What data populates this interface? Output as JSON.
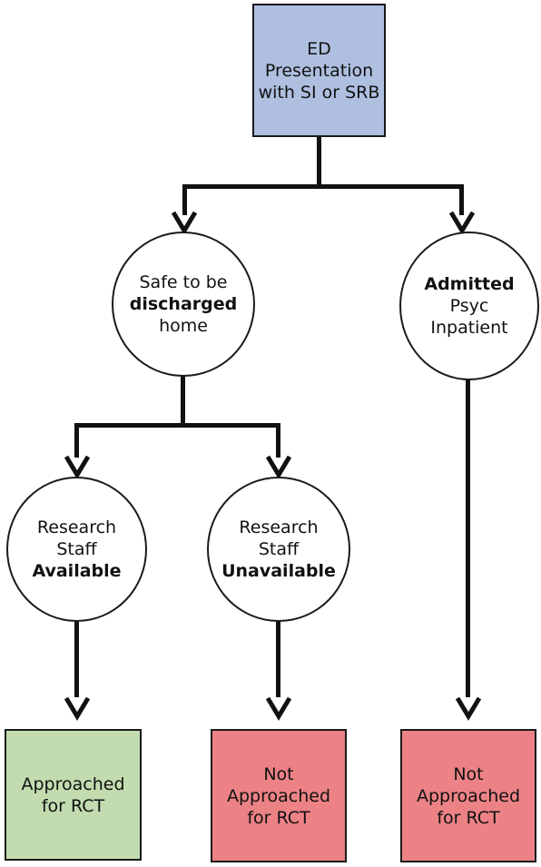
{
  "colors": {
    "start": "#aebfe0",
    "approached": "#c2dcb0",
    "not_approached": "#ec8286",
    "stroke": "#111111"
  },
  "nodes": {
    "start": {
      "line1": "ED",
      "line2": "Presentation",
      "line3": "with SI or SRB"
    },
    "discharged": {
      "line1": "Safe to be",
      "line2_bold": "discharged",
      "line3": "home"
    },
    "admitted": {
      "line1_bold": "Admitted",
      "line2": "Psyc",
      "line3": "Inpatient"
    },
    "staff_available": {
      "line1": "Research",
      "line2": "Staff",
      "line3_bold": "Available"
    },
    "staff_unavailable": {
      "line1": "Research",
      "line2": "Staff",
      "line3_bold": "Unavailable"
    },
    "approached": {
      "line1": "Approached",
      "line2": "for RCT"
    },
    "not_approached_left": {
      "line1": "Not",
      "line2": "Approached",
      "line3": "for RCT"
    },
    "not_approached_right": {
      "line1": "Not",
      "line2": "Approached",
      "line3": "for RCT"
    }
  }
}
